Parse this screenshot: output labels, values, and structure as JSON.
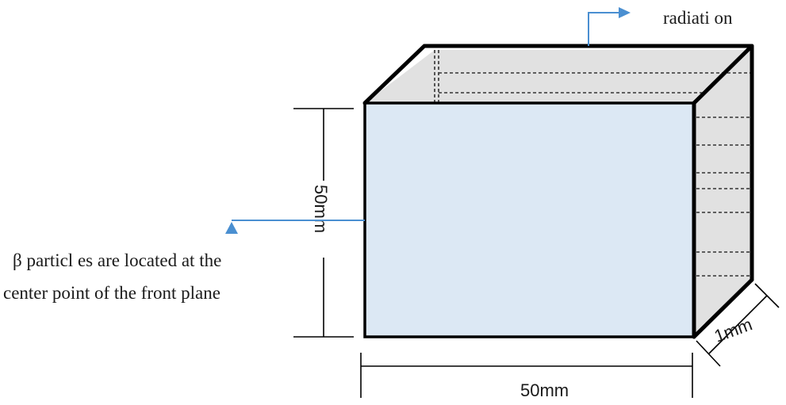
{
  "labels": {
    "radiation": "radiati on",
    "height_dim": "50mm",
    "width_dim": "50mm",
    "depth_dim": "1mm",
    "beta_line1": "β particl es are located at the",
    "beta_line2": "center point of the front plane"
  },
  "colors": {
    "front_face": "#dce8f4",
    "side_faces": "#e1e1e1",
    "edge": "#000000",
    "arrow": "#4a8fd1"
  }
}
